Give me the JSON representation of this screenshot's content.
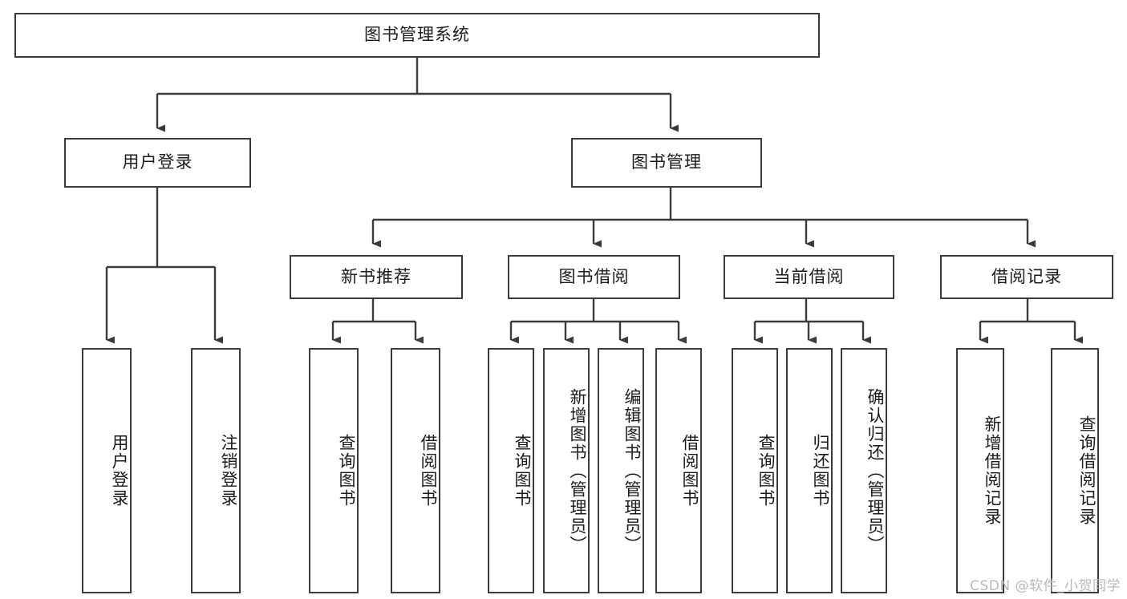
{
  "diagram": {
    "title": "图书管理系统",
    "type": "tree",
    "watermark": "CSDN @软件_小贺同学",
    "colors": {
      "box_border": "#3b3b3b",
      "box_fill": "#ffffff",
      "line": "#3b3b3b",
      "text": "#1b1b1b",
      "watermark": "#b9b9b9"
    },
    "levels": {
      "level1": [
        {
          "label": "图书管理系统"
        }
      ],
      "level2": [
        {
          "label": "用户登录"
        },
        {
          "label": "图书管理"
        }
      ],
      "level3": [
        {
          "label": "新书推荐"
        },
        {
          "label": "图书借阅"
        },
        {
          "label": "当前借阅"
        },
        {
          "label": "借阅记录"
        }
      ],
      "leaves": [
        {
          "label": "用户登录",
          "parent": "用户登录"
        },
        {
          "label": "注销登录",
          "parent": "用户登录"
        },
        {
          "label": "查询图书",
          "parent": "新书推荐"
        },
        {
          "label": "借阅图书",
          "parent": "新书推荐"
        },
        {
          "label": "查询图书",
          "parent": "图书借阅"
        },
        {
          "label": "新增图书（管理员）",
          "parent": "图书借阅"
        },
        {
          "label": "编辑图书（管理员）",
          "parent": "图书借阅"
        },
        {
          "label": "借阅图书",
          "parent": "图书借阅"
        },
        {
          "label": "查询图书",
          "parent": "当前借阅"
        },
        {
          "label": "归还图书",
          "parent": "当前借阅"
        },
        {
          "label": "确认归还（管理员）",
          "parent": "当前借阅"
        },
        {
          "label": "新增借阅记录",
          "parent": "借阅记录"
        },
        {
          "label": "查询借阅记录",
          "parent": "借阅记录"
        }
      ]
    }
  }
}
